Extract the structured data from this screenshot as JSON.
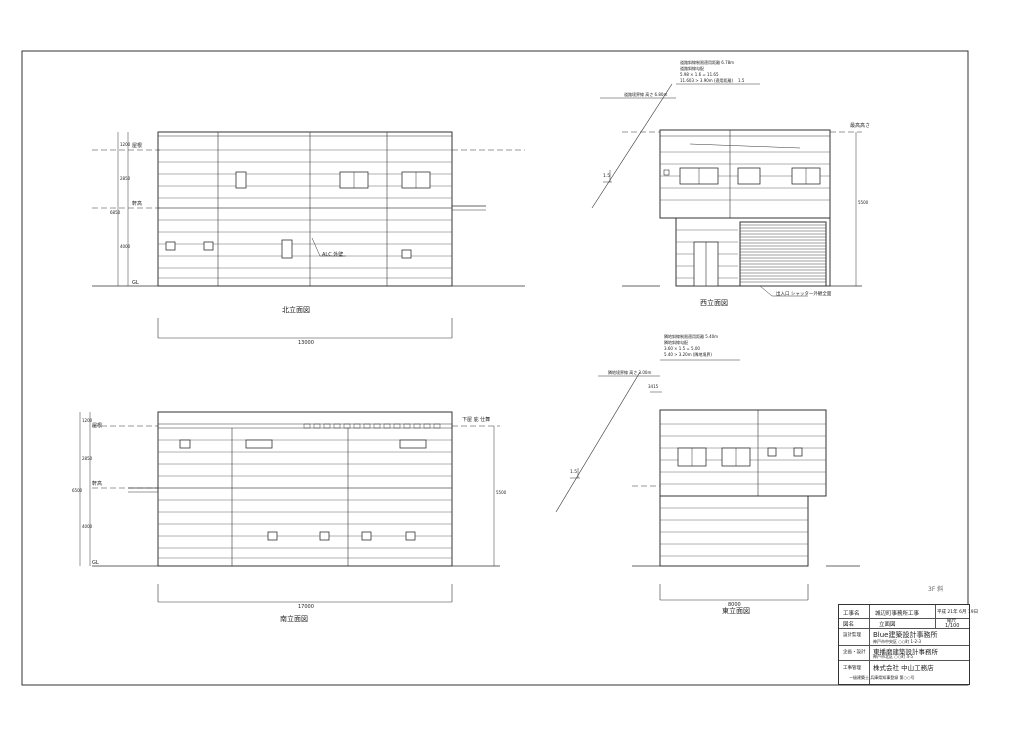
{
  "drawing": {
    "north_title": "北立面図",
    "south_title": "南立面図",
    "west_title": "西立面図",
    "east_title": "東立面図",
    "north_total_dim": "13000",
    "south_total_dim": "17000",
    "east_total_dim": "8000",
    "north_floor_labels": [
      "屋根",
      "軒高",
      "GL"
    ],
    "south_floor_labels": [
      "屋根",
      "軒高",
      "GL"
    ],
    "north_heights": [
      "1200",
      "2850",
      "6850",
      "4000"
    ],
    "south_heights": [
      "1200",
      "2850",
      "6500",
      "4000"
    ],
    "north_note": "ALC 外壁",
    "west_note": "出入口 シャッター外観全面",
    "west_slope_label": "1.5",
    "east_slope_label": "1.5",
    "west_height_dim": "5500",
    "south_right_dim": "5500",
    "west_right_label": "最高高さ",
    "south_right_label": "下屋 庇 仕舞",
    "west_top_notes": [
      "道路斜線制限適用距離 6.78m",
      "道路斜線勾配",
      "5.98 × 1.6 = 11.65",
      "11.603 > 3.90m (適用距離)",
      "道路境界線 高さ 6.80m"
    ],
    "west_top_ratio": "1.5",
    "east_top_notes": [
      "隣地斜線制限適用距離 5.40m",
      "隣地斜線勾配",
      "3.60 × 1.5 = 5.00",
      "5.40 > 3.20m (隣地境界)",
      "隣地境界線 高さ 3.00m"
    ],
    "east_setback_dim": "3415",
    "annotation_scribble": "3F 斜"
  },
  "title_block": {
    "project_label": "工事名",
    "project_value": "城辺町事務所工事",
    "date_value": "平成 21年 6月 19日",
    "drawing_label": "図名",
    "drawing_value": "立面図",
    "scale_label": "縮尺",
    "scale_value": "1/100",
    "designer_label": "設計監理",
    "designer_value": "Blue建築設計事務所",
    "designer_addr": "神戸市中央区 ○○町 1-2-3",
    "contractor_label": "企画・設計",
    "contractor_value": "東播磨建築設計事務所",
    "contractor_addr": "神戸市北区 ○○町 4-5",
    "builder_label": "工事管理",
    "builder_value": "株式会社 中山工務店",
    "builder_addr": "一級建築士 兵庫県知事登録 第○○号"
  }
}
